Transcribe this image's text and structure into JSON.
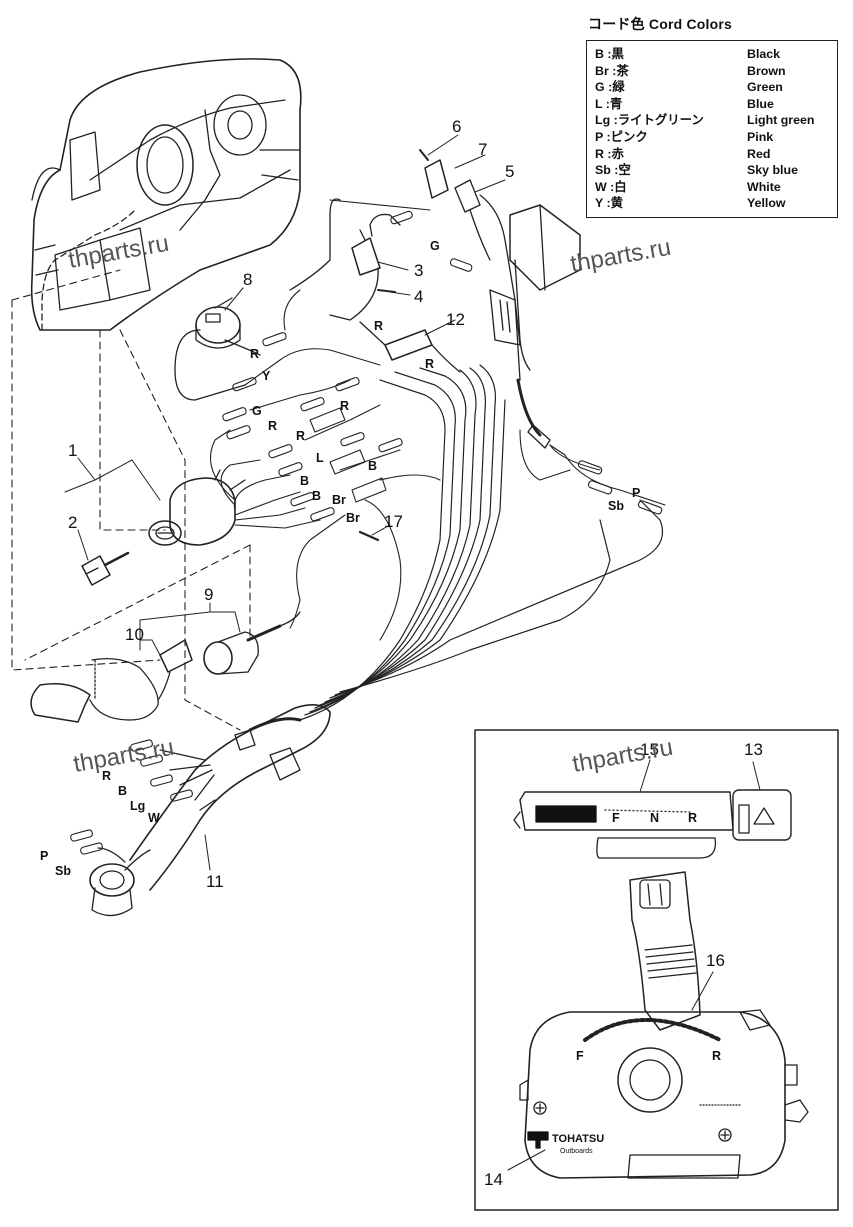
{
  "legend": {
    "title": "コード色 Cord Colors",
    "rows": [
      {
        "jp": "B  :黒",
        "en": "Black"
      },
      {
        "jp": "Br :茶",
        "en": "Brown"
      },
      {
        "jp": "G  :緑",
        "en": "Green"
      },
      {
        "jp": "L  :青",
        "en": "Blue"
      },
      {
        "jp": "Lg :ライトグリーン",
        "en": "Light green"
      },
      {
        "jp": "P  :ピンク",
        "en": "Pink"
      },
      {
        "jp": "R  :赤",
        "en": "Red"
      },
      {
        "jp": "Sb :空",
        "en": "Sky blue"
      },
      {
        "jp": "W  :白",
        "en": "White"
      },
      {
        "jp": "Y  :黄",
        "en": "Yellow"
      }
    ]
  },
  "watermarks": [
    "thparts.ru",
    "thparts.ru",
    "thparts.ru",
    "thparts.ru"
  ],
  "callouts": [
    "1",
    "2",
    "3",
    "4",
    "5",
    "6",
    "7",
    "8",
    "9",
    "10",
    "11",
    "12",
    "13",
    "14",
    "15",
    "16",
    "17"
  ],
  "wire_labels": [
    "G",
    "R",
    "R",
    "Y",
    "R",
    "G",
    "R",
    "R",
    "R",
    "L",
    "B",
    "B",
    "B",
    "Br",
    "Br",
    "Sb",
    "P",
    "R",
    "B",
    "Lg",
    "W",
    "P",
    "Sb"
  ],
  "inset": {
    "shift_letters": [
      "F",
      "N",
      "R"
    ],
    "lever_letters": [
      "F",
      "R"
    ],
    "brand": "TOHATSU",
    "brand_sub": "Outboards"
  },
  "colors": {
    "line": "#222222",
    "background": "#ffffff",
    "watermark": "#555555"
  }
}
